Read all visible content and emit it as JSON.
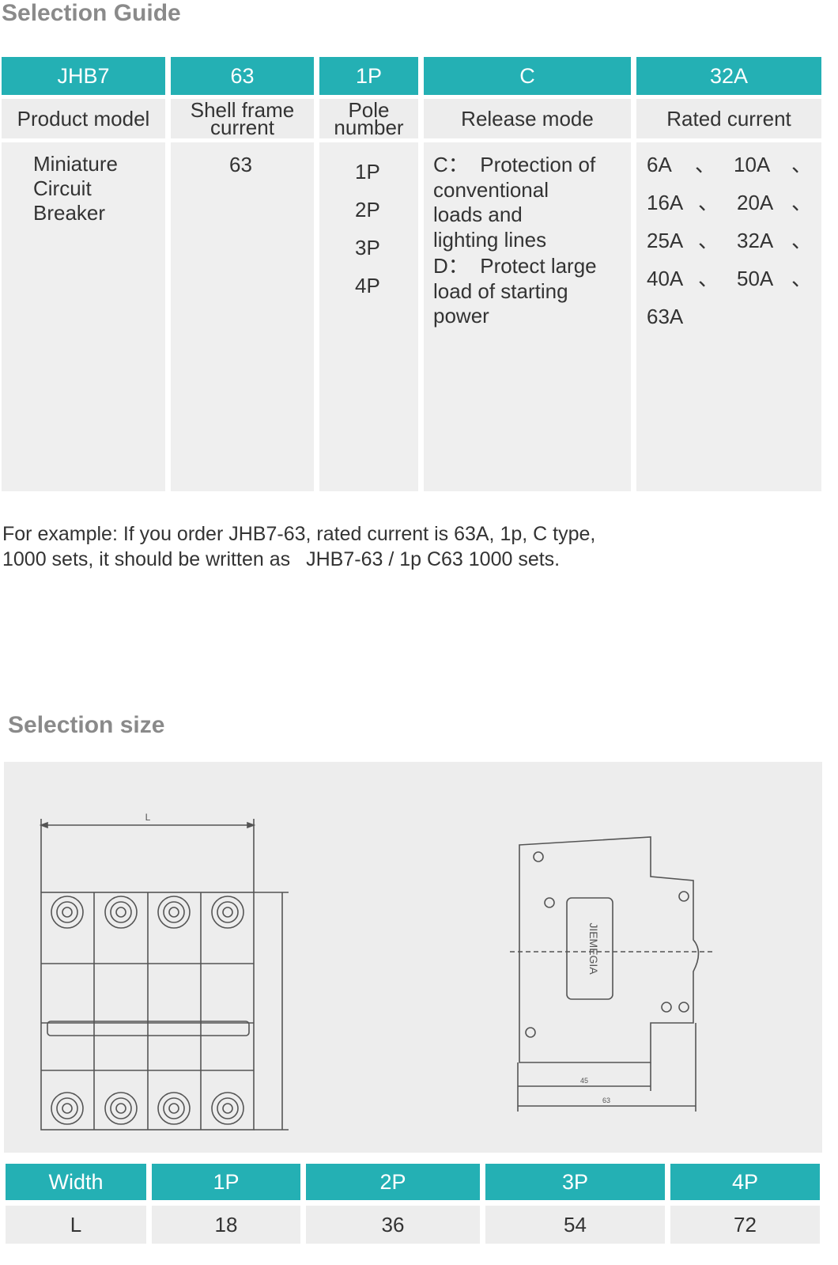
{
  "guide": {
    "title": "Selection Guide",
    "headers": [
      "JHB7",
      "63",
      "1P",
      "C",
      "32A"
    ],
    "labels": {
      "model": "Product model",
      "shell_1": "Shell frame",
      "shell_2": "current",
      "pole_1": "Pole",
      "pole_2": "number",
      "release": "Release mode",
      "rated": "Rated current"
    },
    "model_lines": [
      "Miniature",
      "Circuit",
      "Breaker"
    ],
    "shell_value": "63",
    "poles": [
      "1P",
      "2P",
      "3P",
      "4P"
    ],
    "release_lines": [
      "C：  Protection of",
      "conventional",
      "loads and",
      "lighting lines",
      "D：  Protect large",
      "load of starting",
      "power"
    ],
    "currents": [
      "6A",
      "10A",
      "16A",
      "20A",
      "25A",
      "32A",
      "40A",
      "50A",
      "63A"
    ],
    "separator": "、"
  },
  "example": {
    "line1": "For example: If you order JHB7-63, rated current is 63A, 1p, C type,",
    "line2a": "1000 sets, it should be written as",
    "line2b": "JHB7-63 / 1p C63 1000 sets."
  },
  "size": {
    "title": "Selection size",
    "diagram_labels": {
      "length": "L",
      "dim_a": "45",
      "dim_b": "63"
    },
    "brand_mark": "JIEMEGIA",
    "headers": [
      "Width",
      "1P",
      "2P",
      "3P",
      "4P"
    ],
    "row": [
      "L",
      "18",
      "36",
      "54",
      "72"
    ]
  },
  "colors": {
    "accent": "#24b0b4",
    "cell_bg": "#ededed",
    "title": "#8a8a8a"
  }
}
